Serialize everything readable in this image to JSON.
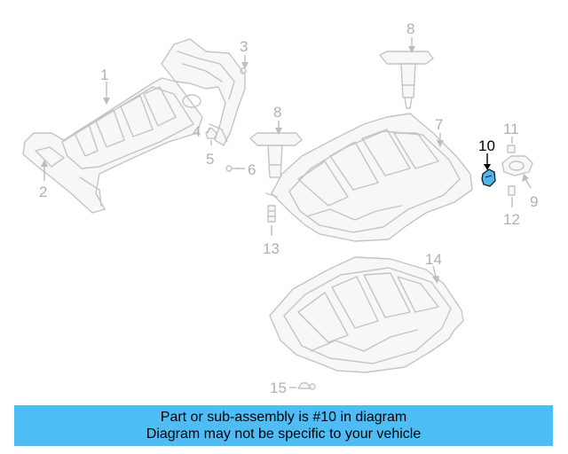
{
  "callouts": {
    "c1": "1",
    "c2": "2",
    "c3": "3",
    "c4": "4",
    "c5": "5",
    "c6": "6",
    "c7": "7",
    "c8a": "8",
    "c8b": "8",
    "c9": "9",
    "c10": "10",
    "c11": "11",
    "c12": "12",
    "c13": "13",
    "c14": "14",
    "c15": "15"
  },
  "highlighted_part": "10",
  "colors": {
    "caption_bg": "#4fbdf5",
    "highlight": "#4fb6ee",
    "linework": "#c4c4c4",
    "callout_text": "#b0b0b0"
  },
  "caption": {
    "line1": "Part or sub-assembly is #10 in diagram",
    "line2": "Diagram may not be specific to your vehicle"
  }
}
